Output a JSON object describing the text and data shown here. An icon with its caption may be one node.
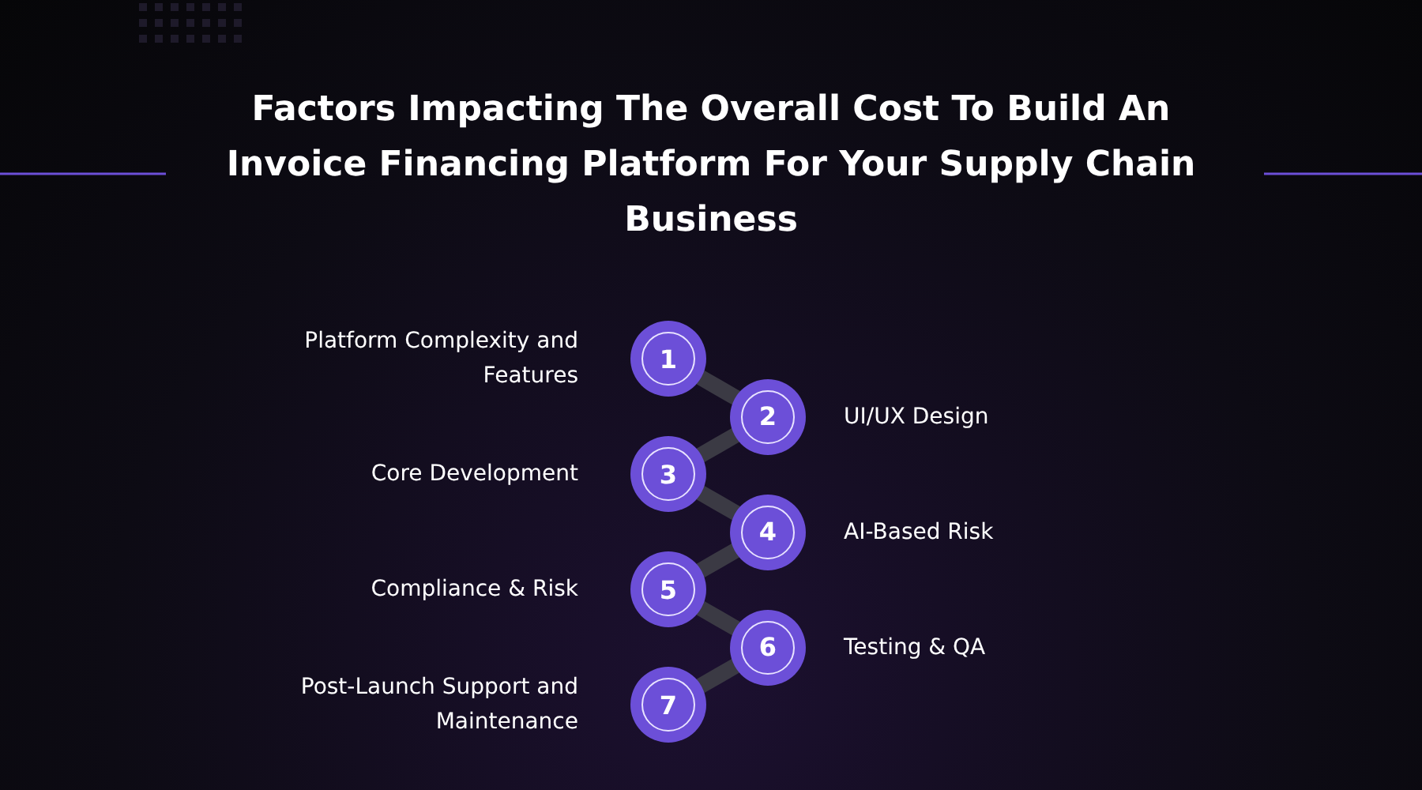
{
  "diagram": {
    "title": "Factors Impacting The Overall Cost To Build An Invoice Financing Platform For Your Supply Chain Business",
    "nodes": [
      {
        "text": [
          "1"
        ],
        "beside": [
          "Platform Complexity and Features"
        ]
      },
      {
        "text": [
          "2"
        ],
        "beside": [
          "UI/UX Design"
        ]
      },
      {
        "text": [
          "3"
        ],
        "beside": [
          "Core Development"
        ]
      },
      {
        "text": [
          "4"
        ],
        "beside": [
          "AI-Based Risk"
        ]
      },
      {
        "text": [
          "5"
        ],
        "beside": [
          "Compliance & Risk"
        ]
      },
      {
        "text": [
          "6"
        ],
        "beside": [
          "Testing & QA"
        ]
      },
      {
        "text": [
          "7"
        ],
        "beside": [
          "Post-Launch Support and Maintenance"
        ]
      }
    ],
    "edges": [
      {
        "from": 0,
        "to": 1,
        "arrow": "none"
      },
      {
        "from": 1,
        "to": 2,
        "arrow": "none"
      },
      {
        "from": 2,
        "to": 3,
        "arrow": "none"
      },
      {
        "from": 3,
        "to": 4,
        "arrow": "none"
      },
      {
        "from": 4,
        "to": 5,
        "arrow": "none"
      },
      {
        "from": 5,
        "to": 6,
        "arrow": "none"
      }
    ]
  }
}
